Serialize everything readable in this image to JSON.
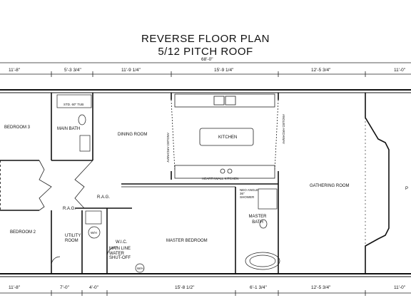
{
  "title_line1": "REVERSE FLOOR PLAN",
  "title_line2": "5/12 PITCH ROOF",
  "overall_dim": "68'-0\"",
  "top_dims": [
    "11'-8\"",
    "5'-3 3/4\"",
    "11'-9 1/4\"",
    "15'-9 1/4\"",
    "12'-5 3/4\"",
    "11'-0\""
  ],
  "bottom_dims": [
    "11'-8\"",
    "7'-0\"",
    "4'-0\"",
    "15'-8 1/2\"",
    "6'-1 3/4\"",
    "12'-5 3/4\"",
    "11'-0\""
  ],
  "rooms": {
    "bedroom3": "BEDROOM 3",
    "bedroom2": "BEDROOM 2",
    "main_bath": "MAIN BATH",
    "std_tub": "STD. 60\" TUB",
    "dining": "DINING ROOM",
    "kitchen": "KITCHEN",
    "hearth": "HEARTHWALL KITCHEN",
    "angled_left": "ANGLED ARCHWAY",
    "angled_right": "ANGLED ARCHWAY",
    "gathering": "GATHERING ROOM",
    "rag1": "R.A.G.",
    "rag2": "R.A.G.",
    "utility": "UTILITY ROOM",
    "wic": "W.I.C.",
    "mainline": "MAIN LINE WATER SHUT-OFF",
    "master_bedroom": "MASTER BEDROOM",
    "master_bath": "MASTER BATH",
    "neo_shower": "NEO ANGLE 36\" SHOWER",
    "wh": "W/H",
    "wh2": "W/H",
    "right_edge": "P"
  }
}
